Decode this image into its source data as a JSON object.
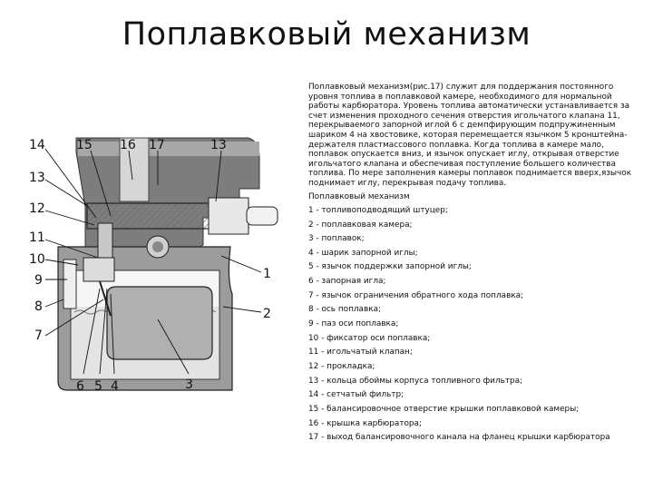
{
  "slide": {
    "title": "Поплавковый механизм",
    "paragraph": "Поплавковый механизм(рис.17) служит для поддержания постоянного уровня топлива в поплавковой камере, необходимого для нормальной работы карбюратора. Уровень топлива автоматически устанавливается за счет изменения проходного сечения отверстия игольчатого клапана 11, перекрываемого запорной иглой 6 с демпфирующим подпружиненным шариком 4 на хвостовике, которая перемещается язычком 5 кронштейна-держателя пластмассового поплавка. Когда топлива в камере мало, поплавок опускается вниз, и язычок опускает иглу, открывая отверстие игольчатого клапана и обеспечивая поступление большего количества топлива. По мере заполнения камеры поплавок поднимается вверх,язычок поднимает иглу, перекрывая подачу топлива.",
    "caption": "Поплавковый механизм",
    "legend": [
      "1 - топливоподводящий штуцер;",
      "2 - поплавковая камера;",
      "3 - поплавок;",
      "4 - шарик запорной иглы;",
      "5 - язычок поддержки запорной иглы;",
      "6 - запорная игла;",
      "7 - язычок ограничения обратного хода поплавка;",
      "8 - ось поплавка;",
      "9 - паз оси поплавка;",
      "10 - фиксатор оси поплавка;",
      "11 - игольчатый клапан;",
      "12 - прокладка;",
      "13 - кольца обоймы корпуса топливного фильтра;",
      "14 - сетчатый фильтр;",
      "15 - балансировочное отверстие крышки поплавковой камеры;",
      "16 - крышка карбюратора;",
      "17 - выход балансировочного канала на фланец крышки карбюратора"
    ]
  },
  "figure": {
    "labels": {
      "l14": "14",
      "l15": "15",
      "l16": "16",
      "l17": "17",
      "l13top": "13",
      "l13": "13",
      "l12": "12",
      "l11": "11",
      "l10": "10",
      "l9": "9",
      "l8": "8",
      "l7": "7",
      "l1": "1",
      "l2": "2",
      "l3": "3",
      "l6": "6",
      "l5": "5",
      "l4": "4"
    }
  }
}
